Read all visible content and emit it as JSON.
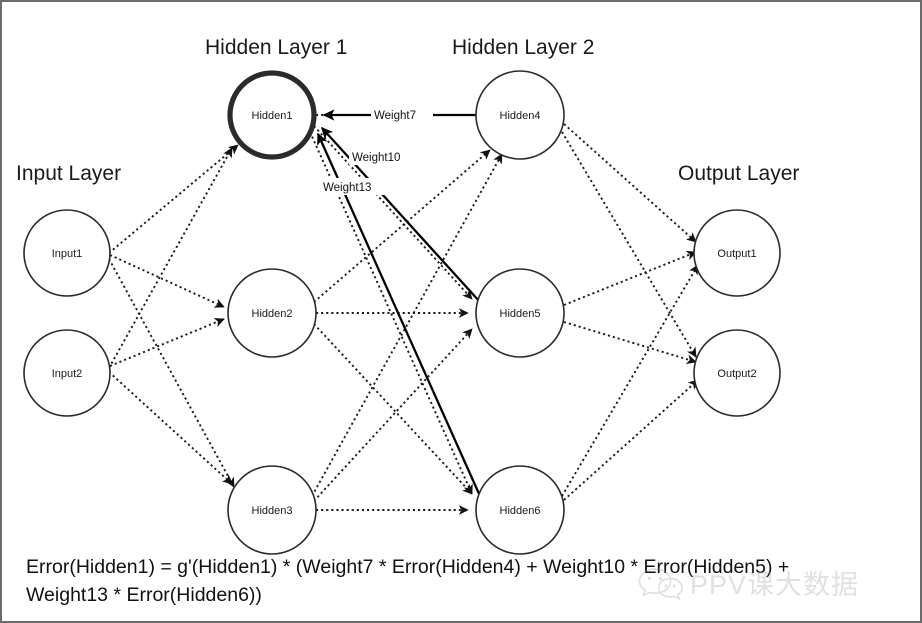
{
  "figure": {
    "kind": "neural-network-backpropagation-diagram",
    "background": "#ffffff",
    "border_color": "#6b6b6b",
    "ink_color": "#1a1a1a",
    "highlight_color": "#2b2b2b"
  },
  "layer_titles": {
    "input": "Input Layer",
    "hidden1": "Hidden Layer 1",
    "hidden2": "Hidden Layer 2",
    "output": "Output Layer"
  },
  "nodes": {
    "input1": {
      "label": "Input1"
    },
    "input2": {
      "label": "Input2"
    },
    "hidden1": {
      "label": "Hidden1"
    },
    "hidden2": {
      "label": "Hidden2"
    },
    "hidden3": {
      "label": "Hidden3"
    },
    "hidden4": {
      "label": "Hidden4"
    },
    "hidden5": {
      "label": "Hidden5"
    },
    "hidden6": {
      "label": "Hidden6"
    },
    "output1": {
      "label": "Output1"
    },
    "output2": {
      "label": "Output2"
    }
  },
  "weights": {
    "w7": "Weight7",
    "w10": "Weight10",
    "w13": "Weight13"
  },
  "equation": {
    "line1": "Error(Hidden1) = g'(Hidden1) * (Weight7 * Error(Hidden4) + Weight10 * Error(Hidden5) +",
    "line2": "Weight13 * Error(Hidden6))"
  },
  "watermark": {
    "text": "PPV课大数据"
  }
}
